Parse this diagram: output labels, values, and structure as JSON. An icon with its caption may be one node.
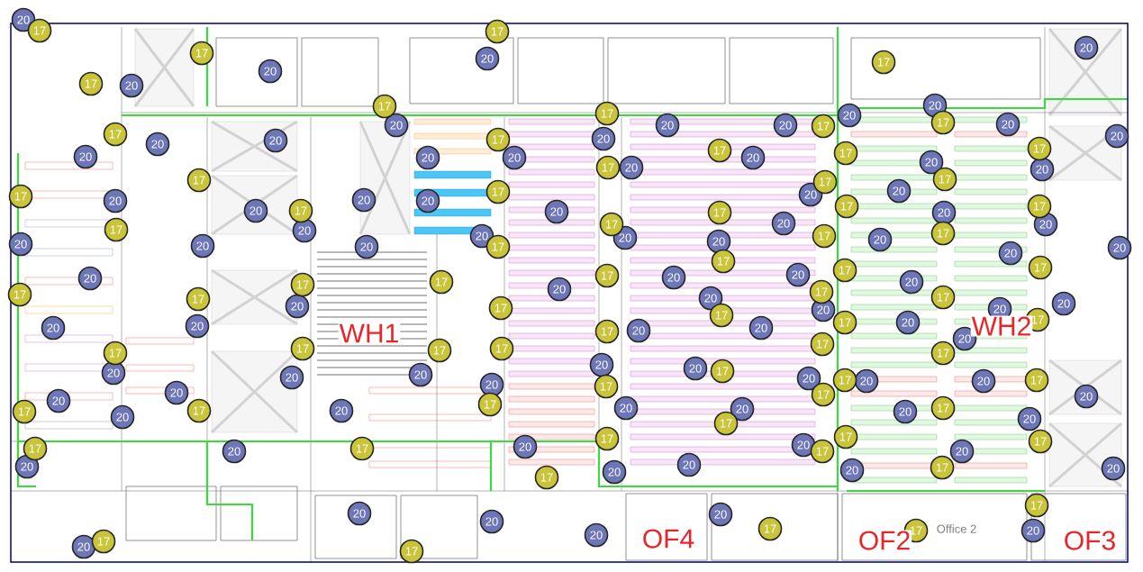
{
  "diagram": {
    "nodes": [
      {
        "text": [
          "17"
        ]
      },
      {
        "text": [
          "17"
        ]
      },
      {
        "text": [
          "17"
        ]
      },
      {
        "text": [
          "17"
        ]
      },
      {
        "text": [
          "17"
        ]
      },
      {
        "text": [
          "17"
        ]
      },
      {
        "text": [
          "17"
        ]
      },
      {
        "text": [
          "17"
        ]
      },
      {
        "text": [
          "17"
        ]
      },
      {
        "text": [
          "17"
        ]
      },
      {
        "text": [
          "17"
        ]
      },
      {
        "text": [
          "17"
        ]
      },
      {
        "text": [
          "17"
        ]
      },
      {
        "text": [
          "17"
        ]
      },
      {
        "text": [
          "17"
        ]
      },
      {
        "text": [
          "17"
        ]
      },
      {
        "text": [
          "17"
        ]
      },
      {
        "text": [
          "17"
        ]
      },
      {
        "text": [
          "17"
        ]
      },
      {
        "text": [
          "17"
        ]
      },
      {
        "text": [
          "17"
        ]
      },
      {
        "text": [
          "17"
        ]
      },
      {
        "text": [
          "17"
        ]
      },
      {
        "text": [
          "17"
        ]
      },
      {
        "text": [
          "17"
        ]
      },
      {
        "text": [
          "17"
        ]
      },
      {
        "text": [
          "17"
        ]
      },
      {
        "text": [
          "17"
        ]
      },
      {
        "text": [
          "17"
        ]
      },
      {
        "text": [
          "17"
        ]
      },
      {
        "text": [
          "17"
        ]
      },
      {
        "text": [
          "17"
        ]
      },
      {
        "text": [
          "17"
        ]
      },
      {
        "text": [
          "17"
        ]
      },
      {
        "text": [
          "17"
        ]
      },
      {
        "text": [
          "17"
        ]
      },
      {
        "text": [
          "17"
        ]
      },
      {
        "text": [
          "17"
        ]
      },
      {
        "text": [
          "17"
        ]
      },
      {
        "text": [
          "17"
        ]
      },
      {
        "text": [
          "17"
        ]
      },
      {
        "text": [
          "17"
        ]
      },
      {
        "text": [
          "17"
        ]
      },
      {
        "text": [
          "17"
        ]
      },
      {
        "text": [
          "17"
        ]
      },
      {
        "text": [
          "17"
        ]
      },
      {
        "text": [
          "17"
        ]
      },
      {
        "text": [
          "17"
        ]
      },
      {
        "text": [
          "17"
        ]
      },
      {
        "text": [
          "17"
        ]
      },
      {
        "text": [
          "17"
        ]
      },
      {
        "text": [
          "17"
        ]
      },
      {
        "text": [
          "17"
        ]
      },
      {
        "text": [
          "17"
        ]
      },
      {
        "text": [
          "17"
        ]
      },
      {
        "text": [
          "17"
        ]
      },
      {
        "text": [
          "17"
        ]
      },
      {
        "text": [
          "17"
        ]
      },
      {
        "text": [
          "17"
        ]
      },
      {
        "text": [
          "17"
        ]
      },
      {
        "text": [
          "17"
        ]
      },
      {
        "text": [
          "17"
        ]
      },
      {
        "text": [
          "17"
        ]
      },
      {
        "text": [
          "17"
        ]
      },
      {
        "text": [
          "17"
        ]
      },
      {
        "text": [
          "17"
        ]
      },
      {
        "text": [
          "17"
        ]
      },
      {
        "text": [
          "17"
        ]
      },
      {
        "text": [
          "17"
        ]
      },
      {
        "text": [
          "17"
        ]
      },
      {
        "text": [
          "17"
        ]
      },
      {
        "text": [
          "17"
        ]
      },
      {
        "text": [
          "17"
        ]
      },
      {
        "text": [
          "20"
        ]
      },
      {
        "text": [
          "20"
        ]
      },
      {
        "text": [
          "20"
        ]
      },
      {
        "text": [
          "20"
        ]
      },
      {
        "text": [
          "20"
        ]
      },
      {
        "text": [
          "20"
        ]
      },
      {
        "text": [
          "20"
        ]
      },
      {
        "text": [
          "20"
        ]
      },
      {
        "text": [
          "20"
        ]
      },
      {
        "text": [
          "20"
        ]
      },
      {
        "text": [
          "20"
        ]
      },
      {
        "text": [
          "20"
        ]
      },
      {
        "text": [
          "20"
        ]
      },
      {
        "text": [
          "20"
        ]
      },
      {
        "text": [
          "20"
        ]
      },
      {
        "text": [
          "20"
        ]
      },
      {
        "text": [
          "20"
        ]
      },
      {
        "text": [
          "20"
        ]
      },
      {
        "text": [
          "20"
        ]
      },
      {
        "text": [
          "20"
        ]
      },
      {
        "text": [
          "20"
        ]
      },
      {
        "text": [
          "20"
        ]
      },
      {
        "text": [
          "20"
        ]
      },
      {
        "text": [
          "20"
        ]
      },
      {
        "text": [
          "20"
        ]
      },
      {
        "text": [
          "20"
        ]
      },
      {
        "text": [
          "20"
        ]
      },
      {
        "text": [
          "20"
        ]
      },
      {
        "text": [
          "20"
        ]
      },
      {
        "text": [
          "20"
        ]
      },
      {
        "text": [
          "20"
        ]
      },
      {
        "text": [
          "20"
        ]
      },
      {
        "text": [
          "20"
        ]
      },
      {
        "text": [
          "20"
        ]
      },
      {
        "text": [
          "20"
        ]
      },
      {
        "text": [
          "20"
        ]
      },
      {
        "text": [
          "20"
        ]
      },
      {
        "text": [
          "20"
        ]
      },
      {
        "text": [
          "20"
        ]
      },
      {
        "text": [
          "20"
        ]
      },
      {
        "text": [
          "20"
        ]
      },
      {
        "text": [
          "20"
        ]
      },
      {
        "text": [
          "20"
        ]
      },
      {
        "text": [
          "20"
        ]
      },
      {
        "text": [
          "20"
        ]
      },
      {
        "text": [
          "20"
        ]
      },
      {
        "text": [
          "20"
        ]
      },
      {
        "text": [
          "20"
        ]
      },
      {
        "text": [
          "20"
        ]
      },
      {
        "text": [
          "20"
        ]
      },
      {
        "text": [
          "20"
        ]
      },
      {
        "text": [
          "20"
        ]
      },
      {
        "text": [
          "20"
        ]
      },
      {
        "text": [
          "20"
        ]
      },
      {
        "text": [
          "20"
        ]
      },
      {
        "text": [
          "20"
        ]
      },
      {
        "text": [
          "20"
        ]
      },
      {
        "text": [
          "20"
        ]
      },
      {
        "text": [
          "20"
        ]
      },
      {
        "text": [
          "20"
        ]
      },
      {
        "text": [
          "20"
        ]
      },
      {
        "text": [
          "20"
        ]
      },
      {
        "text": [
          "20"
        ]
      },
      {
        "text": [
          "20"
        ]
      },
      {
        "text": [
          "20"
        ]
      },
      {
        "text": [
          "20"
        ]
      },
      {
        "text": [
          "20"
        ]
      },
      {
        "text": [
          "20"
        ]
      },
      {
        "text": [
          "20"
        ]
      },
      {
        "text": [
          "20"
        ]
      },
      {
        "text": [
          "20"
        ]
      },
      {
        "text": [
          "20"
        ]
      },
      {
        "text": [
          "20"
        ]
      },
      {
        "text": [
          "20"
        ]
      },
      {
        "text": [
          "20"
        ]
      },
      {
        "text": [
          "20"
        ]
      },
      {
        "text": [
          "20"
        ]
      },
      {
        "text": [
          "20"
        ]
      },
      {
        "text": [
          "20"
        ]
      },
      {
        "text": [
          "20"
        ]
      },
      {
        "text": [
          "20"
        ]
      },
      {
        "text": [
          "20"
        ]
      },
      {
        "text": [
          "20"
        ]
      },
      {
        "text": [
          "20"
        ]
      },
      {
        "text": [
          "20"
        ]
      },
      {
        "text": [
          "20"
        ]
      },
      {
        "text": [
          "20"
        ]
      },
      {
        "text": [
          "20"
        ]
      },
      {
        "text": [
          "20"
        ]
      },
      {
        "text": [
          "20"
        ]
      },
      {
        "text": [
          "20"
        ]
      }
    ],
    "labels": [
      "WH1",
      "WH2",
      "OF4",
      "OF2",
      "Office 2",
      "OF3"
    ]
  }
}
